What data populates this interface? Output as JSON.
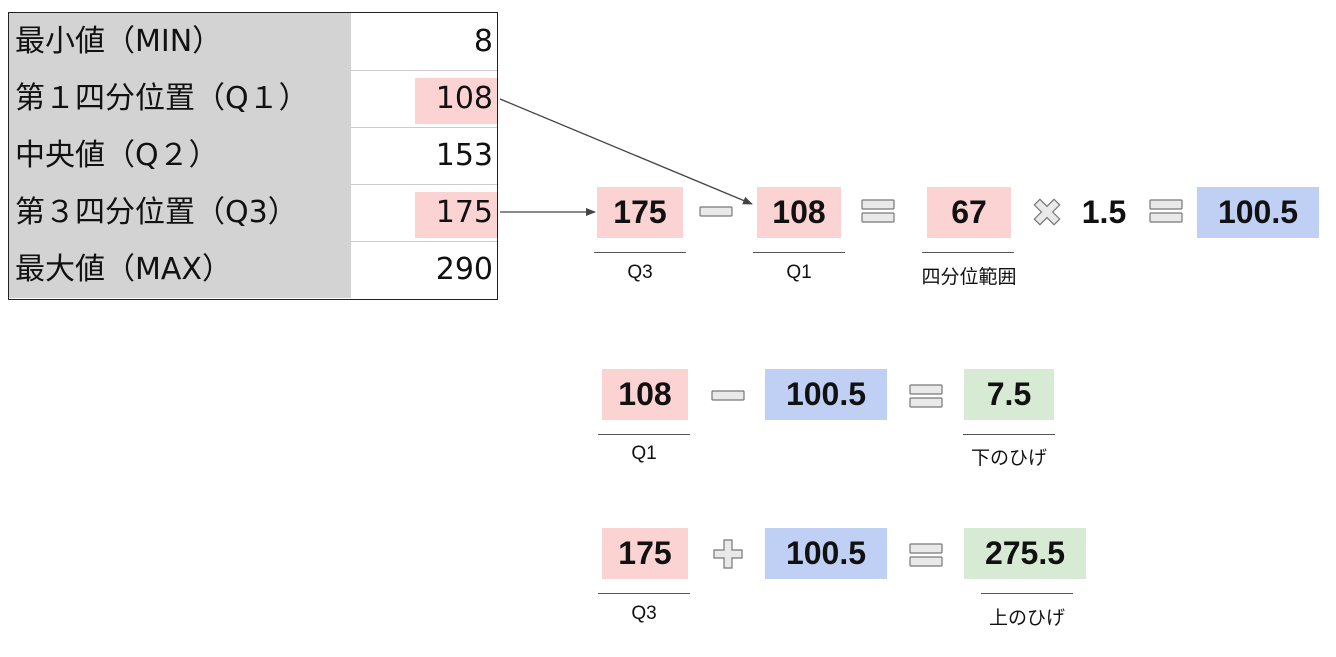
{
  "table": {
    "rows": [
      {
        "label": "最小値（MIN）",
        "value": "8"
      },
      {
        "label": "第１四分位置（Q１）",
        "value": "108"
      },
      {
        "label": "中央値（Q２）",
        "value": "153"
      },
      {
        "label": "第３四分位置（Q3）",
        "value": "175"
      },
      {
        "label": "最大値（MAX）",
        "value": "290"
      }
    ],
    "highlight_color": "#fcd3d3"
  },
  "equations": {
    "iqr": {
      "q3": {
        "value": "175",
        "caption": "Q3"
      },
      "q1": {
        "value": "108",
        "caption": "Q1"
      },
      "result": {
        "value": "67",
        "caption": "四分位範囲"
      },
      "multiplier": "1.5",
      "scaled": {
        "value": "100.5"
      }
    },
    "lower": {
      "q1": {
        "value": "108",
        "caption": "Q1"
      },
      "scaled": {
        "value": "100.5"
      },
      "result": {
        "value": "7.5",
        "caption": "下のひげ"
      }
    },
    "upper": {
      "q3": {
        "value": "175",
        "caption": "Q3"
      },
      "scaled": {
        "value": "100.5"
      },
      "result": {
        "value": "275.5",
        "caption": "上のひげ"
      }
    }
  },
  "colors": {
    "pink": "#fcd3d3",
    "blue": "#c0d0f4",
    "green": "#d7ead3",
    "table_label_bg": "#d3d3d3"
  },
  "icons": [
    "minus-icon",
    "equals-icon",
    "multiply-icon",
    "plus-icon",
    "arrow-icon"
  ]
}
